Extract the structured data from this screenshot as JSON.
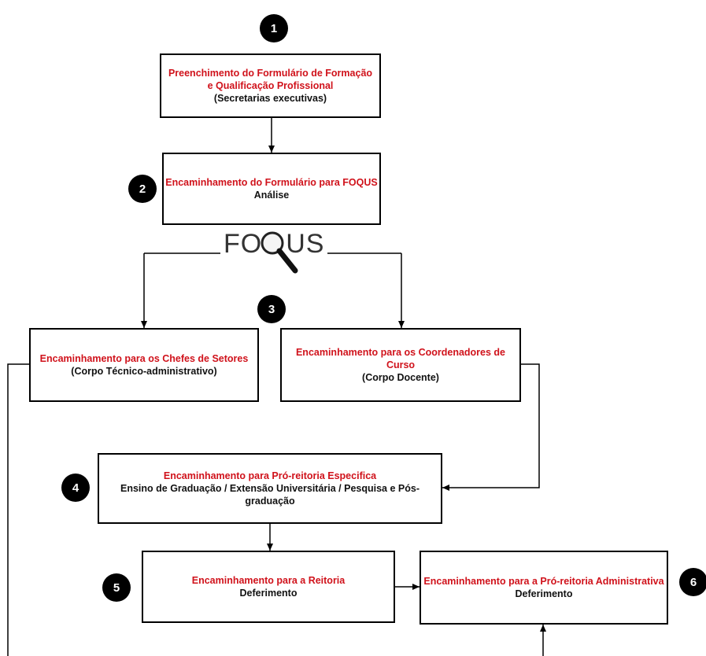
{
  "badges": [
    "1",
    "2",
    "3",
    "4",
    "5",
    "6"
  ],
  "boxes": {
    "step1": {
      "title": "Preenchimento do Formulário de Formação e Qualificação Profissional",
      "sub": "(Secretarias executivas)"
    },
    "step2": {
      "title": "Encaminhamento do Formulário para FOQUS",
      "sub": "Análise"
    },
    "step3a": {
      "title": "Encaminhamento para os Chefes de Setores",
      "sub": "(Corpo Técnico-administrativo)"
    },
    "step3b": {
      "title": "Encaminhamento para os Coordenadores de Curso",
      "sub": "(Corpo Docente)"
    },
    "step4": {
      "title": "Encaminhamento para Pró-reitoria Especifica",
      "sub": "Ensino de Graduação / Extensão Universitária / Pesquisa e Pós-graduação"
    },
    "step5": {
      "title": "Encaminhamento para a Reitoria",
      "sub": "Deferimento"
    },
    "step6": {
      "title": "Encaminhamento para a Pró-reitoria Administrativa",
      "sub": "Deferimento"
    }
  },
  "logo": {
    "text_left": "FO",
    "text_right": "US"
  },
  "colors": {
    "title": "#d0121b",
    "text": "#111111",
    "badge": "#000000"
  }
}
